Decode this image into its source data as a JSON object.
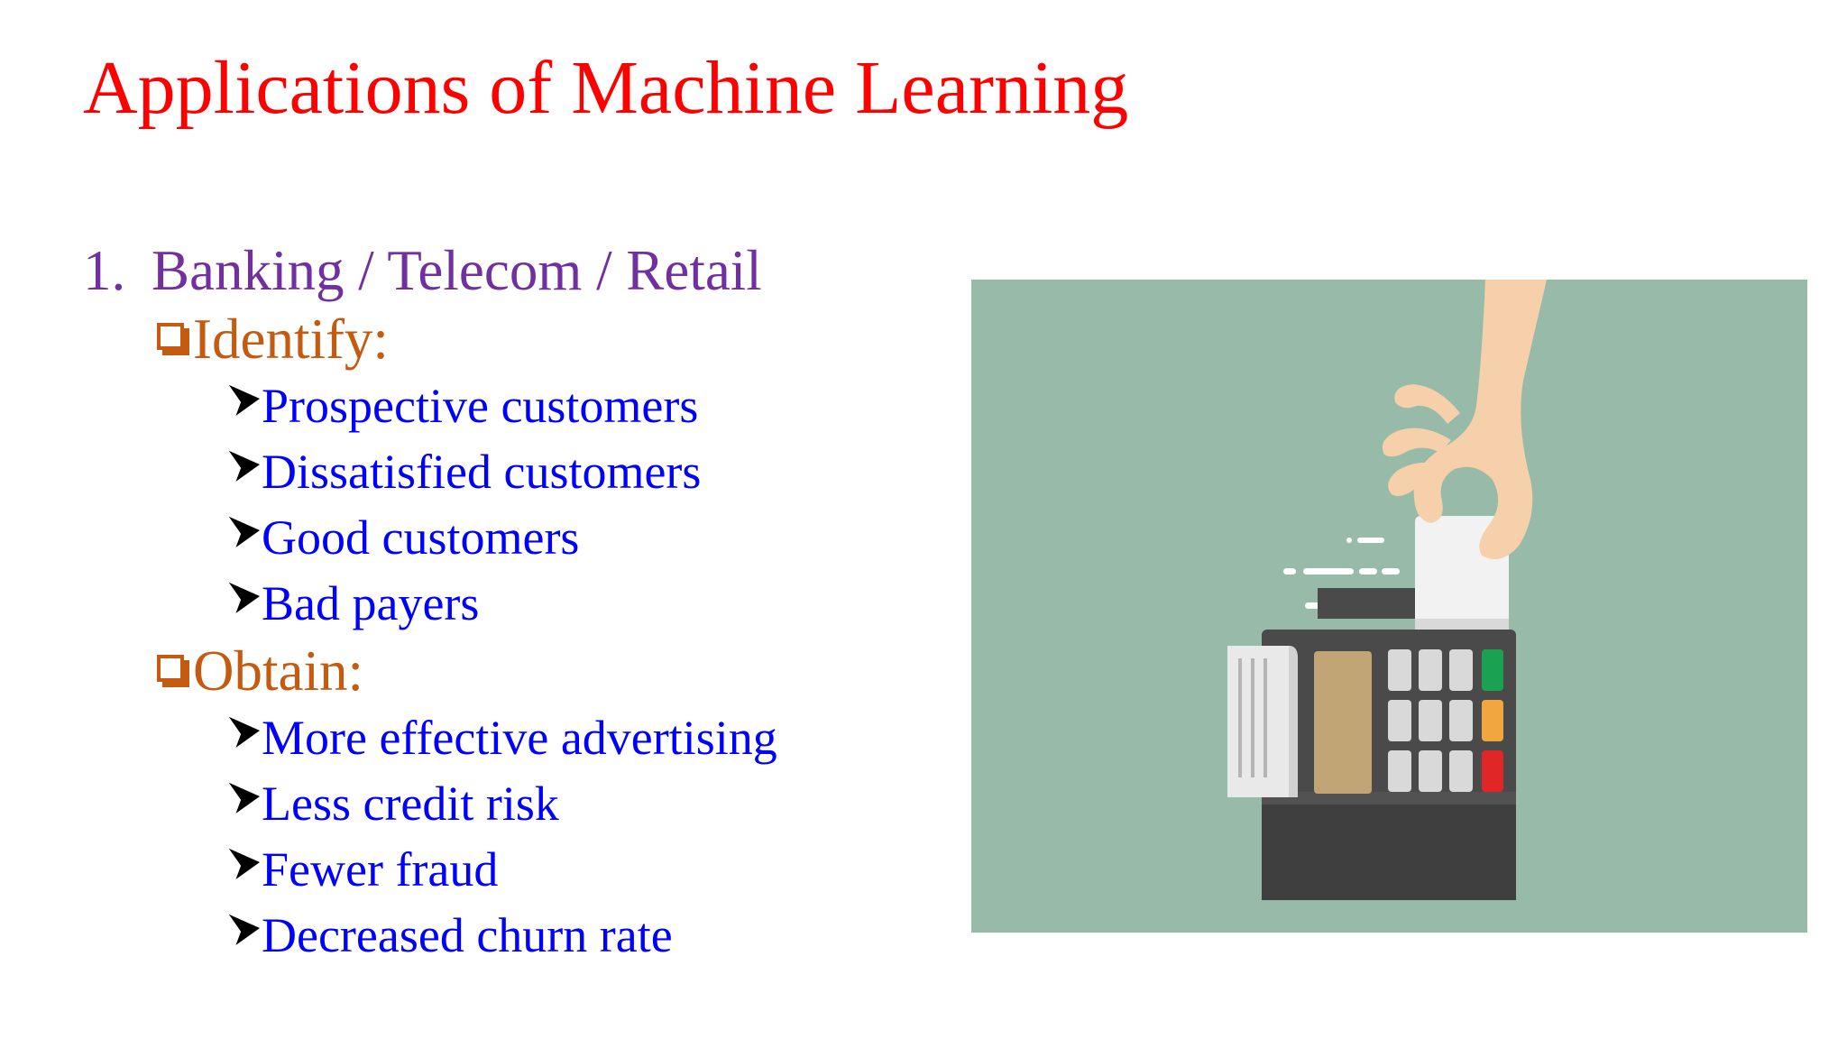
{
  "slide": {
    "title": "Applications of Machine Learning",
    "colors": {
      "title": "#ff0000",
      "level1": "#7030a0",
      "level2": "#c55a11",
      "level3": "#0000ff",
      "illustration_bg": "#97bba8"
    }
  },
  "outline": {
    "number": "1.",
    "heading": "Banking / Telecom / Retail",
    "groups": [
      {
        "label": "Identify:",
        "bullet_icon": "box-bullet-icon",
        "items": [
          "Prospective customers",
          "Dissatisfied customers",
          "Good customers",
          "Bad payers"
        ]
      },
      {
        "label": "Obtain:",
        "bullet_icon": "box-bullet-icon",
        "items": [
          "More effective advertising",
          "Less credit risk",
          "Fewer fraud",
          "Decreased churn rate"
        ]
      }
    ],
    "item_bullet_icon": "arrow-bullet-icon"
  },
  "illustration": {
    "icon": "card-payment-terminal-illustration"
  }
}
